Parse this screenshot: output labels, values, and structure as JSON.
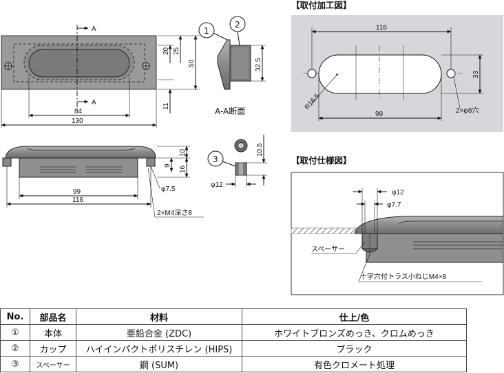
{
  "views": {
    "front": {
      "section_mark": "A",
      "dims": {
        "d20": "20",
        "d25": "25",
        "d50": "50",
        "d11": "11",
        "d84": "84",
        "d130": "130"
      }
    },
    "section_aa": {
      "title": "A-A断面",
      "callout1": "1",
      "callout2": "2",
      "dims": {
        "d32_5": "32.5"
      }
    },
    "side": {
      "dims": {
        "d10": "10",
        "d9": "9",
        "d16": "16",
        "d99": "99",
        "d116": "116",
        "phi7_5": "φ7.5",
        "m4": "2×M4深さ8"
      }
    },
    "spacer": {
      "callout3": "3",
      "dims": {
        "d10_5": "10.5",
        "phi12": "φ12"
      }
    }
  },
  "mounting_hole": {
    "title": "【取付加工図】",
    "dims": {
      "d116": "116",
      "d33": "33",
      "d99": "99",
      "r16_5": "R16.5",
      "holes": "2×φ8穴"
    }
  },
  "mounting_spec": {
    "title": "【取付仕様図】",
    "phi12": "φ12",
    "phi7_7": "φ7.7",
    "spacer": "スペーサー",
    "screw": "十字穴付トラス小ねじM4×8"
  },
  "parts_table": {
    "headers": {
      "no": "No.",
      "name": "部品名",
      "material": "材料",
      "finish": "仕上/色"
    },
    "rows": [
      {
        "no": "①",
        "name": "本体",
        "material": "亜鉛合金 (ZDC)",
        "finish": "ホワイトブロンズめっき、クロムめっき"
      },
      {
        "no": "②",
        "name": "カップ",
        "material": "ハイインパクトポリスチレン (HIPS)",
        "finish": "ブラック"
      },
      {
        "no": "③",
        "name": "スペーサー",
        "material": "鋼 (SUM)",
        "finish": "有色クロメート処理"
      }
    ]
  }
}
